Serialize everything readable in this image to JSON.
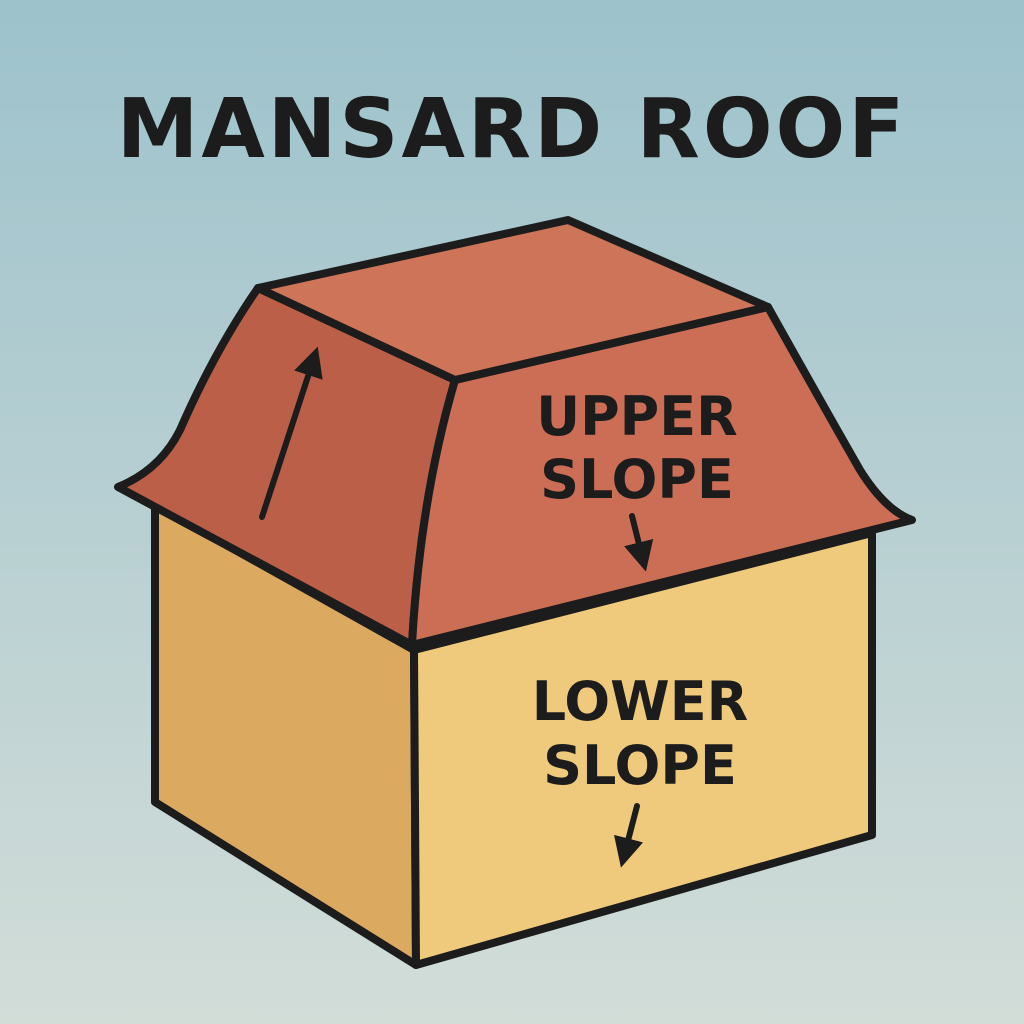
{
  "title": "MANSARD ROOF",
  "labels": {
    "upper_line1": "UPPER",
    "upper_line2": "SLOPE",
    "lower_line1": "LOWER",
    "lower_line2": "SLOPE"
  },
  "colors": {
    "bg_top": "#9dc2cc",
    "bg_bottom": "#d2ddd8",
    "roof_top": "#cd7459",
    "roof_left": "#bc5f48",
    "roof_right": "#cc6e56",
    "wall_left": "#dca961",
    "wall_right": "#efca7d",
    "outline": "#1c1c1c"
  }
}
